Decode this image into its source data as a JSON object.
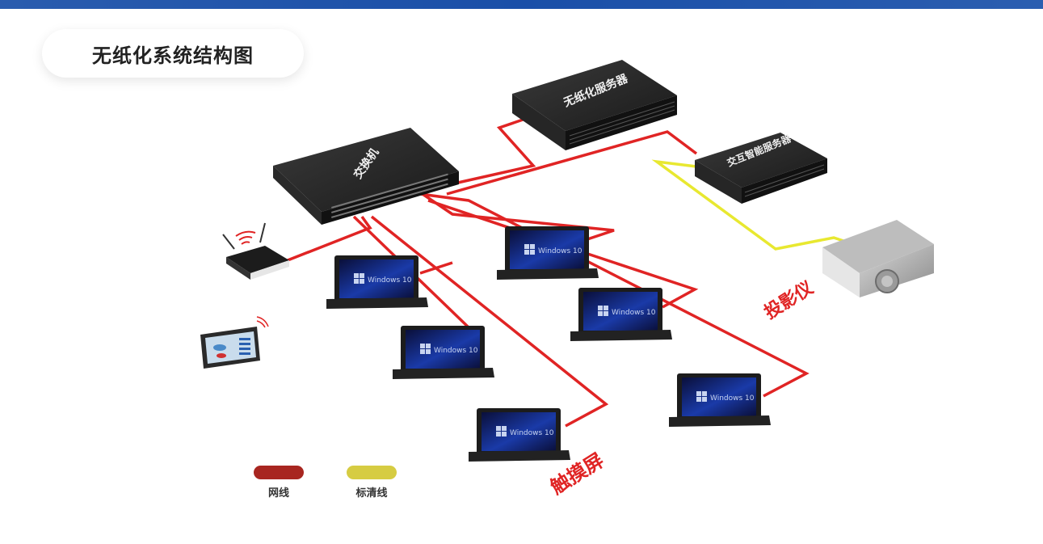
{
  "header": {
    "title": "无纸化系统结构图"
  },
  "colors": {
    "top_bar": "#1f52a9",
    "network_cable": "#e02424",
    "hd_cable": "#e8e830",
    "legend_network": "#a82620",
    "legend_hd": "#d6cc42"
  },
  "devices": {
    "switch": {
      "label": "交换机"
    },
    "paperless_server": {
      "label": "无纸化服务器"
    },
    "interactive_server": {
      "label": "交互智能服务器"
    },
    "projector": {
      "label": "投影仪"
    },
    "touch_screen": {
      "label": "触摸屏"
    },
    "router": {
      "label": ""
    },
    "control_tablet": {
      "label": ""
    },
    "terminal_screen_text": "Windows 10"
  },
  "legend": [
    {
      "label": "网线",
      "color": "#a82620"
    },
    {
      "label": "标清线",
      "color": "#d6cc42"
    }
  ]
}
